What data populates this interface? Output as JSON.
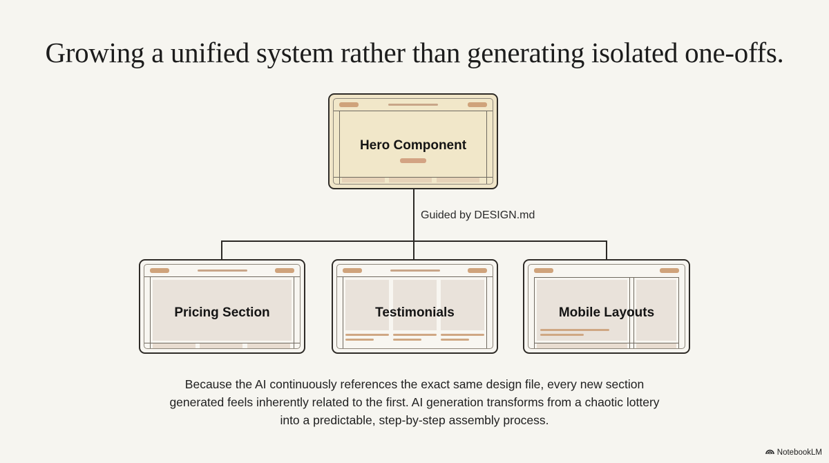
{
  "title": "Growing a unified system rather than generating isolated one-offs.",
  "diagram": {
    "root": {
      "label": "Hero Component"
    },
    "connector_label": "Guided by DESIGN.md",
    "children": [
      {
        "label": "Pricing Section"
      },
      {
        "label": "Testimonials"
      },
      {
        "label": "Mobile Layouts"
      }
    ]
  },
  "caption": {
    "lines": [
      "Because the AI continuously references the exact same design file, every new section",
      "generated feels inherently related to the first. AI generation transforms from a chaotic lottery",
      "into a predictable, step-by-step assembly process."
    ]
  },
  "branding": {
    "icon": "notebooklm-icon",
    "label": "NotebookLM"
  },
  "colors": {
    "background": "#f6f5f0",
    "hero_fill": "#f0e5c8",
    "card_fill": "#f8f6f1",
    "accent_pill": "#cfa37b",
    "block_fill": "#e9e2da",
    "stroke": "#2e2b27"
  }
}
